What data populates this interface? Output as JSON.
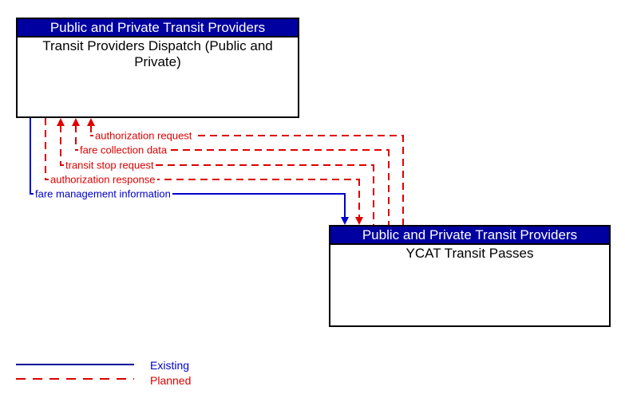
{
  "diagram": {
    "type": "interconnect-context-diagram",
    "boxes": {
      "dispatch": {
        "header": "Public and Private Transit Providers",
        "name": "Transit Providers Dispatch (Public and Private)"
      },
      "ycat": {
        "header": "Public and Private Transit Providers",
        "name": "YCAT Transit Passes"
      }
    },
    "flows": [
      {
        "label": "authorization request",
        "status": "planned",
        "from": "YCAT Transit Passes",
        "to": "Transit Providers Dispatch (Public and Private)"
      },
      {
        "label": "fare collection data",
        "status": "planned",
        "from": "YCAT Transit Passes",
        "to": "Transit Providers Dispatch (Public and Private)"
      },
      {
        "label": "transit stop request",
        "status": "planned",
        "from": "YCAT Transit Passes",
        "to": "Transit Providers Dispatch (Public and Private)"
      },
      {
        "label": "authorization response",
        "status": "planned",
        "from": "Transit Providers Dispatch (Public and Private)",
        "to": "YCAT Transit Passes"
      },
      {
        "label": "fare management information",
        "status": "existing",
        "from": "Transit Providers Dispatch (Public and Private)",
        "to": "YCAT Transit Passes"
      }
    ],
    "legend": {
      "existing_label": "Existing",
      "planned_label": "Planned"
    },
    "colors": {
      "box_header_bg": "#0000a0",
      "box_header_text": "#ffffff",
      "box_border": "#000000",
      "existing": "#0000cc",
      "planned": "#dd0000"
    }
  }
}
